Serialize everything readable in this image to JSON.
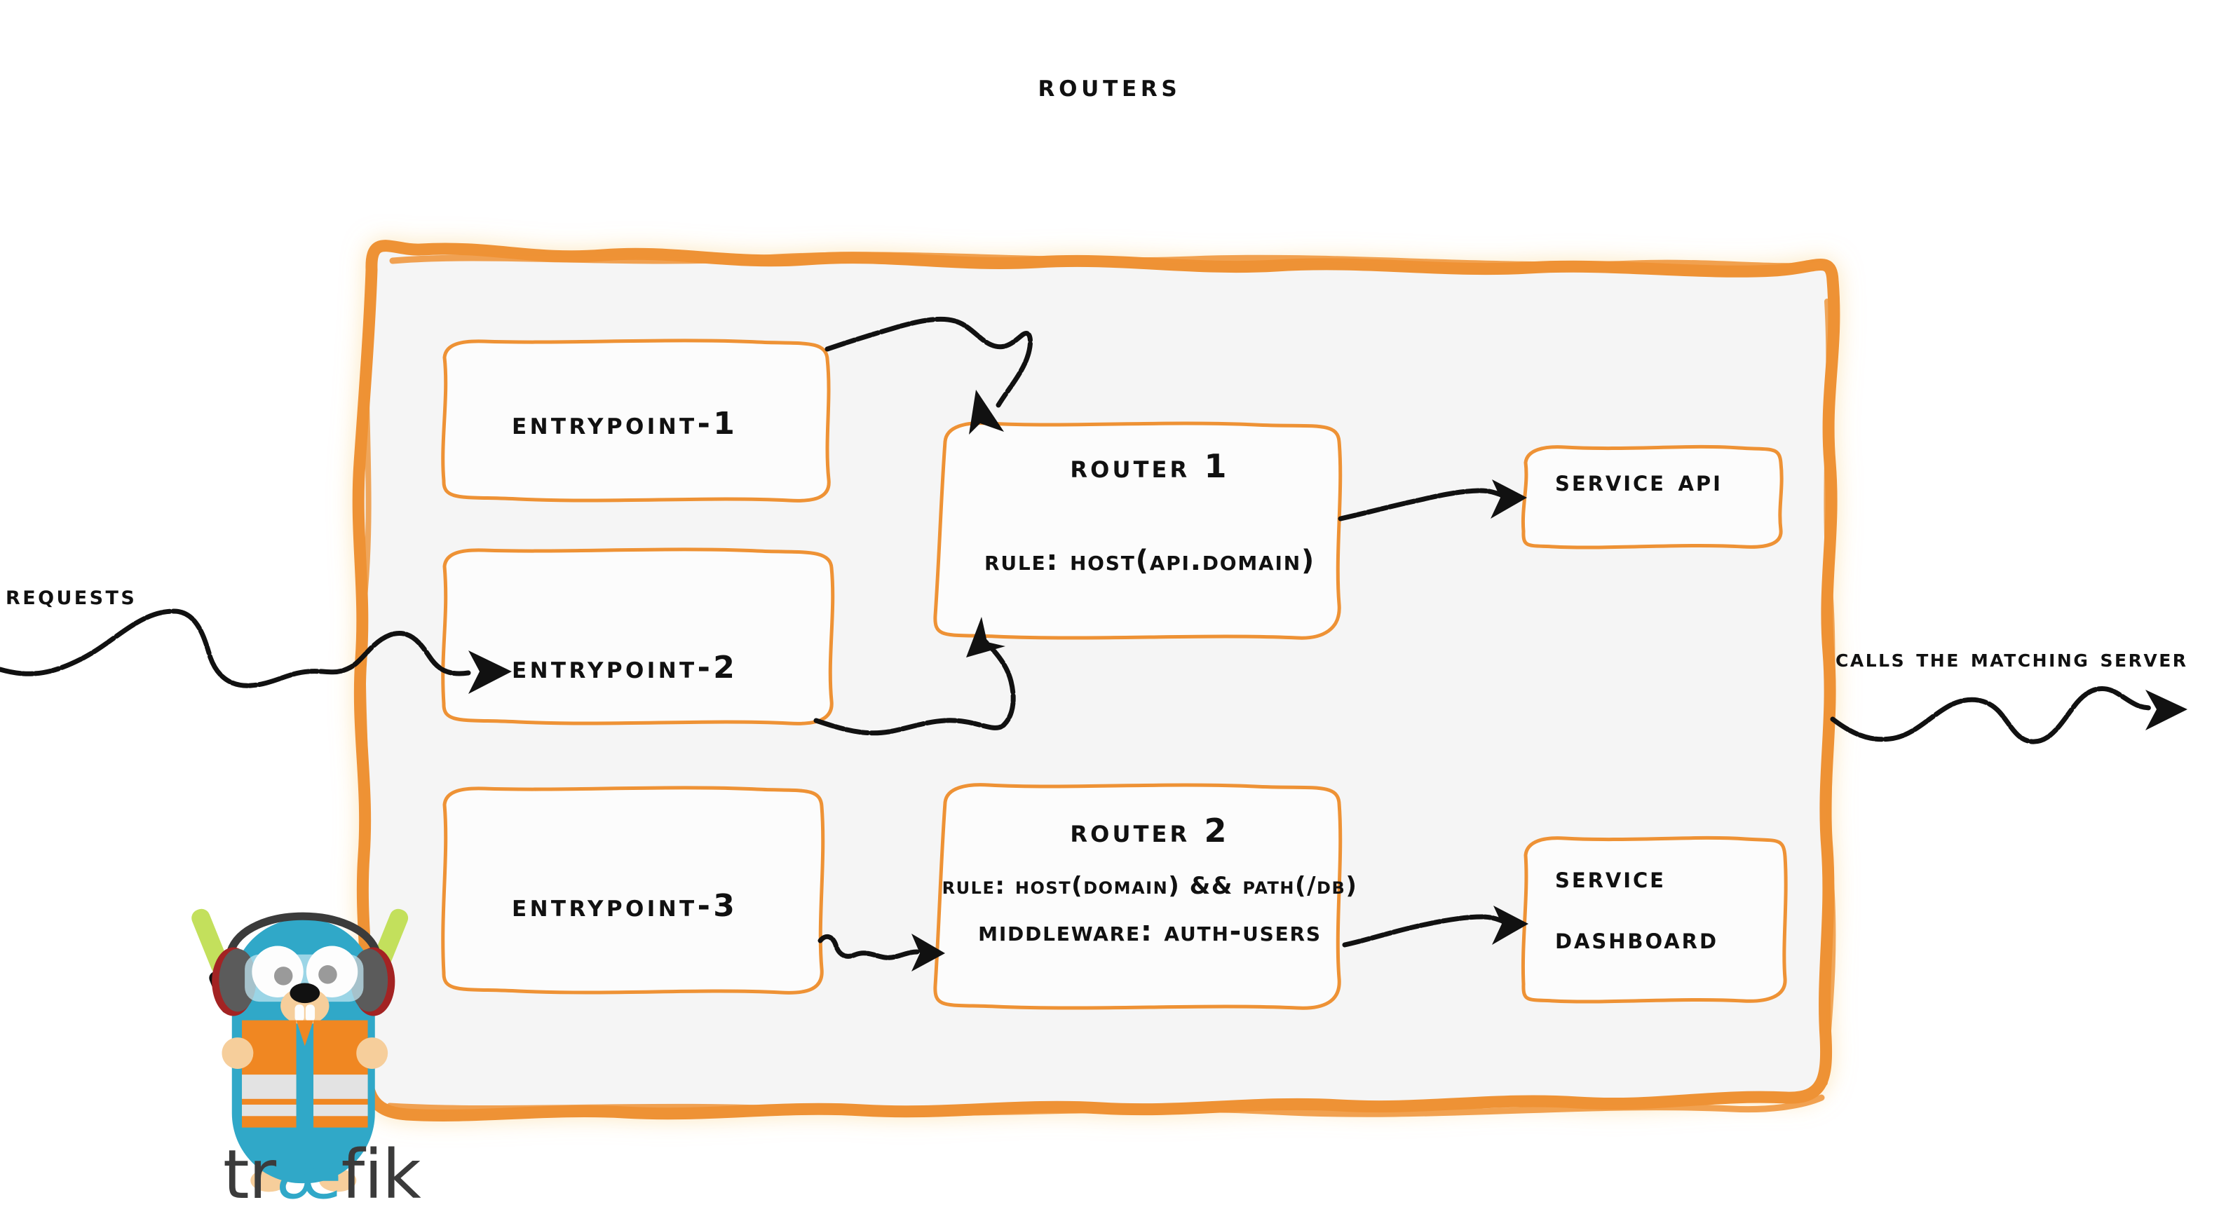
{
  "diagram": {
    "title": "Routers",
    "colors": {
      "accent_orange": "#EE9235",
      "container_fill": "#F5F5F5",
      "box_fill": "#FCFCFC",
      "ink": "#111111",
      "logo_cyan": "#30A8C8",
      "logo_grey": "#3B3B3B"
    }
  },
  "flow": {
    "inbound_label": "Requests",
    "outbound_label": "Calls the matching server"
  },
  "entrypoints": [
    {
      "label": "entrypoint-1"
    },
    {
      "label": "entrypoint-2"
    },
    {
      "label": "entrypoint-3"
    }
  ],
  "routers": [
    {
      "name": "Router 1",
      "rule": "rule: Host(api.domain)",
      "middleware": ""
    },
    {
      "name": "Router 2",
      "rule": "rule: Host(domain) && Path(/db)",
      "middleware": "Middleware: auth-users"
    }
  ],
  "services": [
    {
      "line1": "Service API",
      "line2": ""
    },
    {
      "line1": "Service",
      "line2": "Dashboard"
    }
  ],
  "logo": {
    "part1": "tr",
    "part2": "æ",
    "part3": "fik",
    "mascot": "traefik-gopher-mascot"
  }
}
